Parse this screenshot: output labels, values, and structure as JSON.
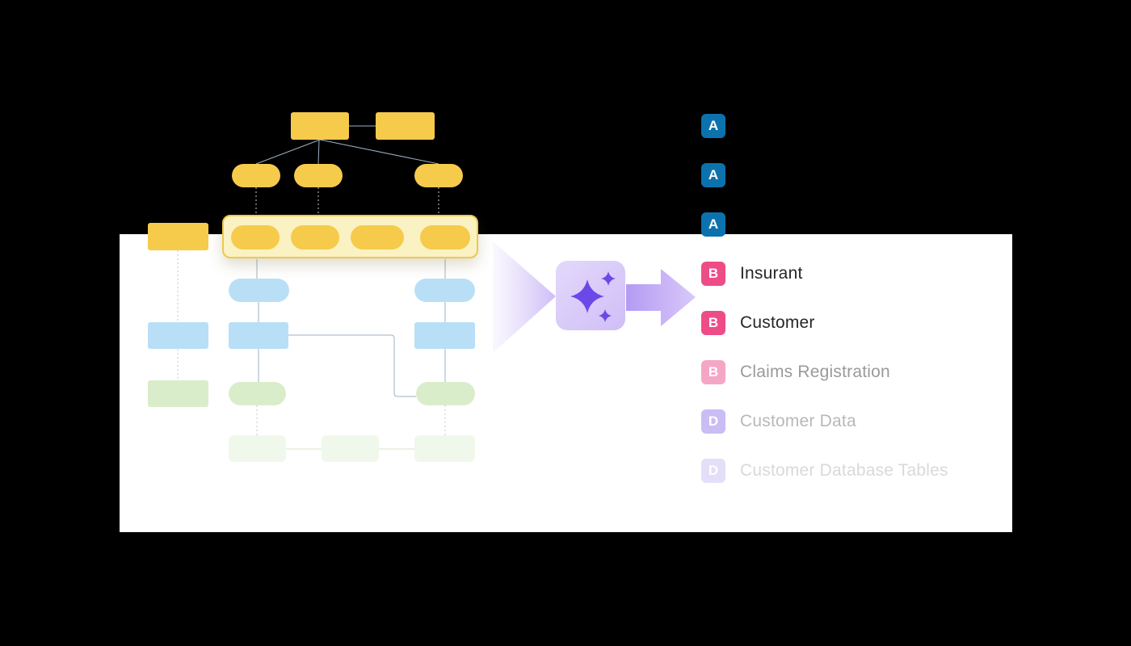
{
  "scene": {
    "background_color": "#000000",
    "card_color": "#ffffff"
  },
  "palette": {
    "yellow_node": "#f6ca4b",
    "yellow_highlight_bg": "#fbf2c3",
    "yellow_highlight_border": "#ecc94b",
    "blue_node": "#b9dff7",
    "green_node": "#d9edca",
    "green_faded_node": "#e2f2d8",
    "connector": "#9fb0c4",
    "connector_dotted": "#c2c9d4",
    "ai_icon_sparkle": "#6b48e8",
    "ai_icon_bg": "#d9ccf8",
    "arrow": "#b49af3",
    "funnel": "#cbb9f6"
  },
  "ai_icon": {
    "name": "sparkles-icon"
  },
  "right_list": {
    "items": [
      {
        "letter": "A",
        "label": "",
        "badge_color": "#0c72ae",
        "label_color": "#ffffff"
      },
      {
        "letter": "A",
        "label": "",
        "badge_color": "#0c72ae",
        "label_color": "#ffffff"
      },
      {
        "letter": "A",
        "label": "",
        "badge_color": "#0c72ae",
        "label_color": "#ffffff"
      },
      {
        "letter": "B",
        "label": "Insurant",
        "badge_color": "#ee4c86",
        "label_color": "#262626"
      },
      {
        "letter": "B",
        "label": "Customer",
        "badge_color": "#ee4c86",
        "label_color": "#262626"
      },
      {
        "letter": "B",
        "label": "Claims Registration",
        "badge_color": "#f5a6c5",
        "label_color": "#9a9a9a"
      },
      {
        "letter": "D",
        "label": "Customer Data",
        "badge_color": "#c9bdf3",
        "label_color": "#b8b8b8"
      },
      {
        "letter": "D",
        "label": "Customer Database Tables",
        "badge_color": "#e4def9",
        "label_color": "#d9d9d9"
      }
    ]
  }
}
